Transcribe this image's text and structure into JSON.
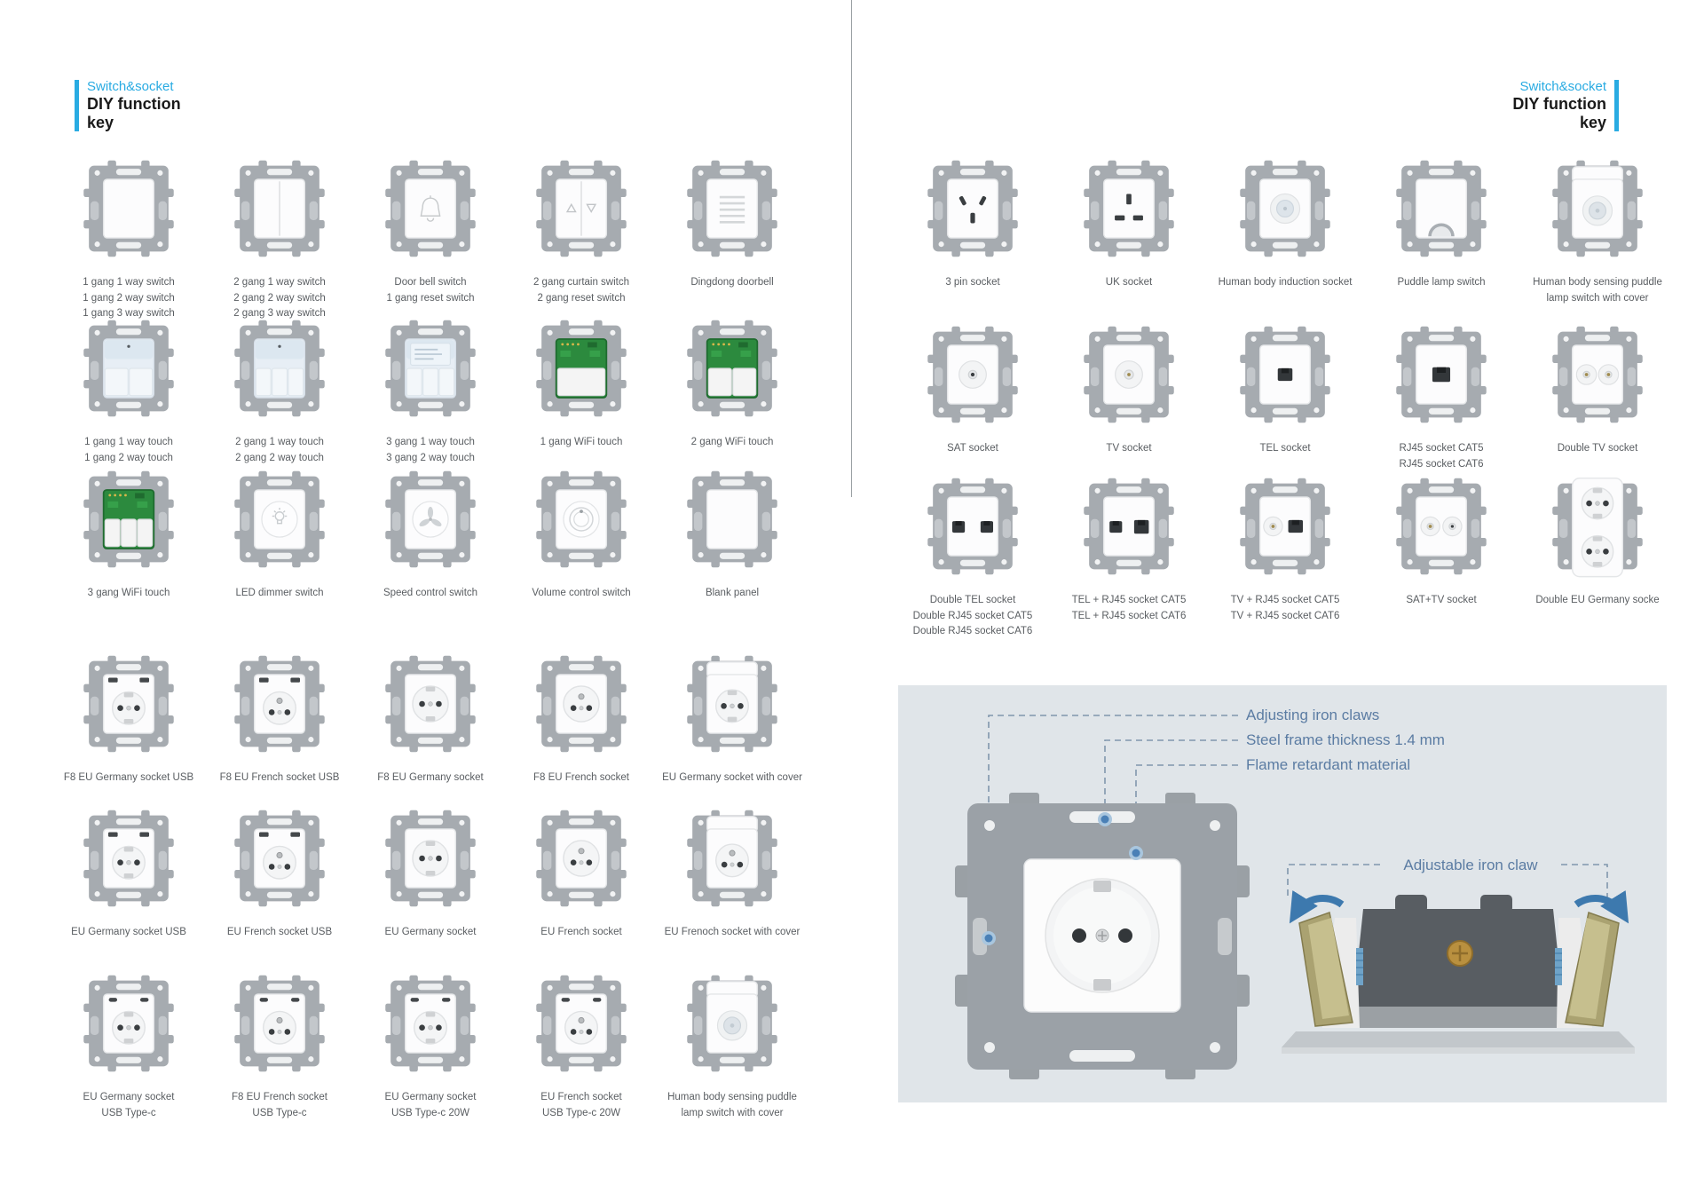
{
  "colors": {
    "accent": "#29abe2",
    "callout_text": "#5b7ca3",
    "arrow_blue": "#3d79ae",
    "panel_background": "#e0e5e9",
    "pcb_green": "#2c8a3e",
    "touch_panel_blue": "#e7eef5"
  },
  "left_page": {
    "header": {
      "category": "Switch&socket",
      "title_line1": "DIY function",
      "title_line2": "key"
    },
    "rows": [
      {
        "items": [
          {
            "variant": "switch-1gang",
            "label": [
              "1 gang 1 way switch",
              "1 gang 2 way switch",
              "1 gang 3 way switch"
            ]
          },
          {
            "variant": "switch-2gang",
            "label": [
              "2 gang 1 way switch",
              "2 gang 2 way switch",
              "2 gang 3 way switch"
            ]
          },
          {
            "variant": "doorbell-switch",
            "label": [
              "Door bell switch",
              "1 gang reset switch"
            ]
          },
          {
            "variant": "curtain-switch",
            "label": [
              "2 gang curtain switch",
              "2 gang reset switch"
            ]
          },
          {
            "variant": "dingdong-doorbell",
            "label": [
              "Dingdong doorbell"
            ]
          }
        ]
      },
      {
        "items": [
          {
            "variant": "touch-2key",
            "label": [
              "1 gang 1 way touch",
              "1 gang 2 way touch"
            ]
          },
          {
            "variant": "touch-3key",
            "label": [
              "2 gang 1 way touch",
              "2 gang 2 way touch"
            ]
          },
          {
            "variant": "touch-display",
            "label": [
              "3 gang 1 way touch",
              "3 gang 2 way touch"
            ]
          },
          {
            "variant": "wifi-touch-1",
            "label": [
              "1 gang WiFi touch"
            ]
          },
          {
            "variant": "wifi-touch-2",
            "label": [
              "2 gang WiFi touch"
            ]
          }
        ]
      },
      {
        "items": [
          {
            "variant": "wifi-touch-3",
            "label": [
              "3 gang WiFi touch"
            ]
          },
          {
            "variant": "led-dimmer",
            "label": [
              "LED dimmer switch"
            ]
          },
          {
            "variant": "speed-control",
            "label": [
              "Speed control switch"
            ]
          },
          {
            "variant": "volume-control",
            "label": [
              "Volume control switch"
            ]
          },
          {
            "variant": "blank-panel",
            "label": [
              "Blank panel"
            ]
          }
        ]
      },
      {
        "items": [
          {
            "variant": "schuko-usb",
            "label": [
              "F8 EU Germany socket USB"
            ]
          },
          {
            "variant": "french-usb",
            "label": [
              "F8 EU French socket USB"
            ]
          },
          {
            "variant": "schuko",
            "label": [
              "F8 EU Germany socket"
            ]
          },
          {
            "variant": "french",
            "label": [
              "F8 EU French socket"
            ]
          },
          {
            "variant": "schuko-cover",
            "label": [
              "EU Germany socket with cover"
            ]
          }
        ]
      },
      {
        "items": [
          {
            "variant": "schuko-usb",
            "label": [
              "EU Germany socket USB"
            ]
          },
          {
            "variant": "french-usb",
            "label": [
              "EU French socket USB"
            ]
          },
          {
            "variant": "schuko",
            "label": [
              "EU Germany socket"
            ]
          },
          {
            "variant": "french",
            "label": [
              "EU French socket"
            ]
          },
          {
            "variant": "french-cover",
            "label": [
              "EU Frenoch socket with cover"
            ]
          }
        ]
      },
      {
        "items": [
          {
            "variant": "schuko-usbc",
            "label": [
              "EU Germany socket",
              "USB Type-c"
            ]
          },
          {
            "variant": "french-usbc",
            "label": [
              "F8 EU French socket",
              "USB Type-c"
            ]
          },
          {
            "variant": "schuko-usbc",
            "label": [
              "EU Germany socket",
              "USB Type-c 20W"
            ]
          },
          {
            "variant": "french-usbc",
            "label": [
              "EU French socket",
              "USB Type-c 20W"
            ]
          },
          {
            "variant": "sensor-cover",
            "label": [
              "Human body sensing puddle",
              "lamp switch with cover"
            ]
          }
        ]
      }
    ]
  },
  "right_page": {
    "header": {
      "category": "Switch&socket",
      "title_line1": "DIY function",
      "title_line2": "key"
    },
    "rows": [
      {
        "items": [
          {
            "variant": "pin3-socket",
            "label": [
              "3 pin socket"
            ]
          },
          {
            "variant": "uk-socket",
            "label": [
              "UK socket"
            ]
          },
          {
            "variant": "induction-socket",
            "label": [
              "Human body induction socket"
            ]
          },
          {
            "variant": "puddle-lamp",
            "label": [
              "Puddle lamp switch"
            ]
          },
          {
            "variant": "sensor-cover",
            "label": [
              "Human body sensing puddle",
              "lamp switch with cover"
            ]
          }
        ]
      },
      {
        "items": [
          {
            "variant": "sat-socket",
            "label": [
              "SAT socket"
            ]
          },
          {
            "variant": "tv-socket",
            "label": [
              "TV socket"
            ]
          },
          {
            "variant": "tel-socket",
            "label": [
              "TEL socket"
            ]
          },
          {
            "variant": "rj45-socket",
            "label": [
              "RJ45 socket CAT5",
              "RJ45 socket CAT6"
            ]
          },
          {
            "variant": "double-tv-socket",
            "label": [
              "Double TV socket"
            ]
          }
        ]
      },
      {
        "items": [
          {
            "variant": "double-tel-socket",
            "label": [
              "Double TEL socket",
              "Double RJ45 socket CAT5",
              "Double RJ45 socket CAT6"
            ]
          },
          {
            "variant": "tel-rj45-socket",
            "label": [
              "TEL + RJ45 socket CAT5",
              "TEL + RJ45 socket CAT6"
            ]
          },
          {
            "variant": "tv-rj45-socket",
            "label": [
              "TV + RJ45 socket CAT5",
              "TV + RJ45 socket CAT6"
            ]
          },
          {
            "variant": "sat-tv-socket",
            "label": [
              "SAT+TV socket"
            ]
          },
          {
            "variant": "double-schuko",
            "label": [
              "Double EU Germany socke"
            ]
          }
        ]
      }
    ],
    "diagram": {
      "callouts": [
        "Adjusting iron claws",
        "Steel frame thickness 1.4 mm",
        "Flame retardant material"
      ],
      "side_label": "Adjustable iron claw"
    }
  }
}
